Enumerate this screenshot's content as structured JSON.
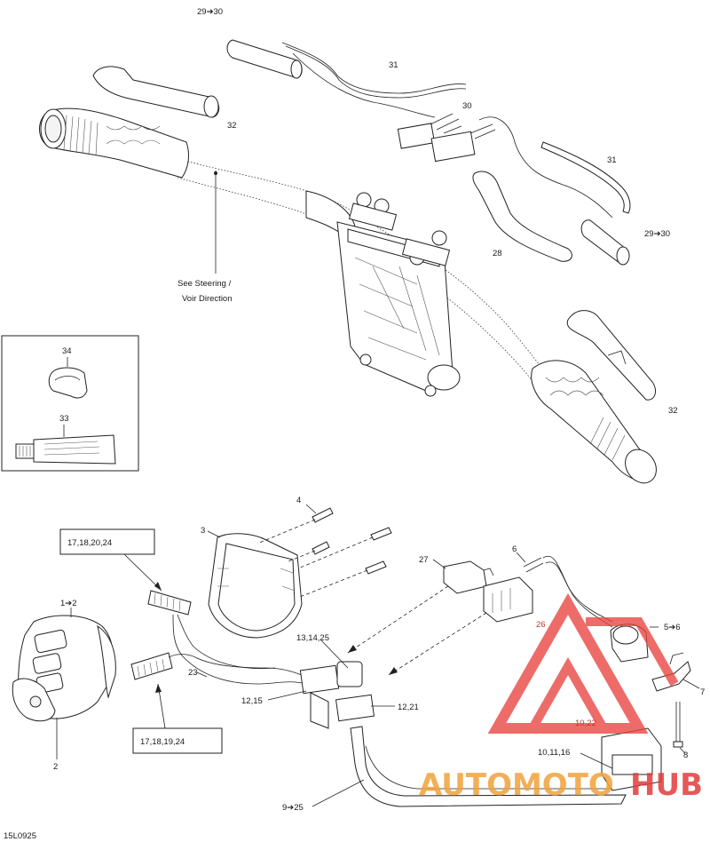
{
  "diagram_id": "15L0925",
  "note": {
    "line1": "See Steering /",
    "line2": "Voir Direction"
  },
  "callouts": {
    "c29_30_top": "29➔30",
    "c31_top": "31",
    "c32_top": "32",
    "c30_mid": "30",
    "c31_right": "31",
    "c29_30_right": "29➔30",
    "c28": "28",
    "c32_bottom": "32",
    "c34": "34",
    "c33": "33",
    "c4": "4",
    "c3": "3",
    "box_upper": "17,18,20,24",
    "c1_2": "1➔2",
    "c2": "2",
    "c27": "27",
    "c6": "6",
    "c26": "26",
    "c5_6": "5➔6",
    "c7": "7",
    "c13_14_25": "13,14,25",
    "c23": "23",
    "c12_15": "12,15",
    "c12_21": "12,21",
    "c10_22": "10,22",
    "c10_11_16": "10,11,16",
    "c8": "8",
    "box_lower": "17,18,19,24",
    "c9_25": "9➔25"
  },
  "watermark": {
    "text_auto": "AUTOMOTO",
    "text_hub": "HUB",
    "colors": {
      "orange": "#f2a23a",
      "red": "#e23b3b",
      "logo_red": "#e8443f"
    }
  }
}
